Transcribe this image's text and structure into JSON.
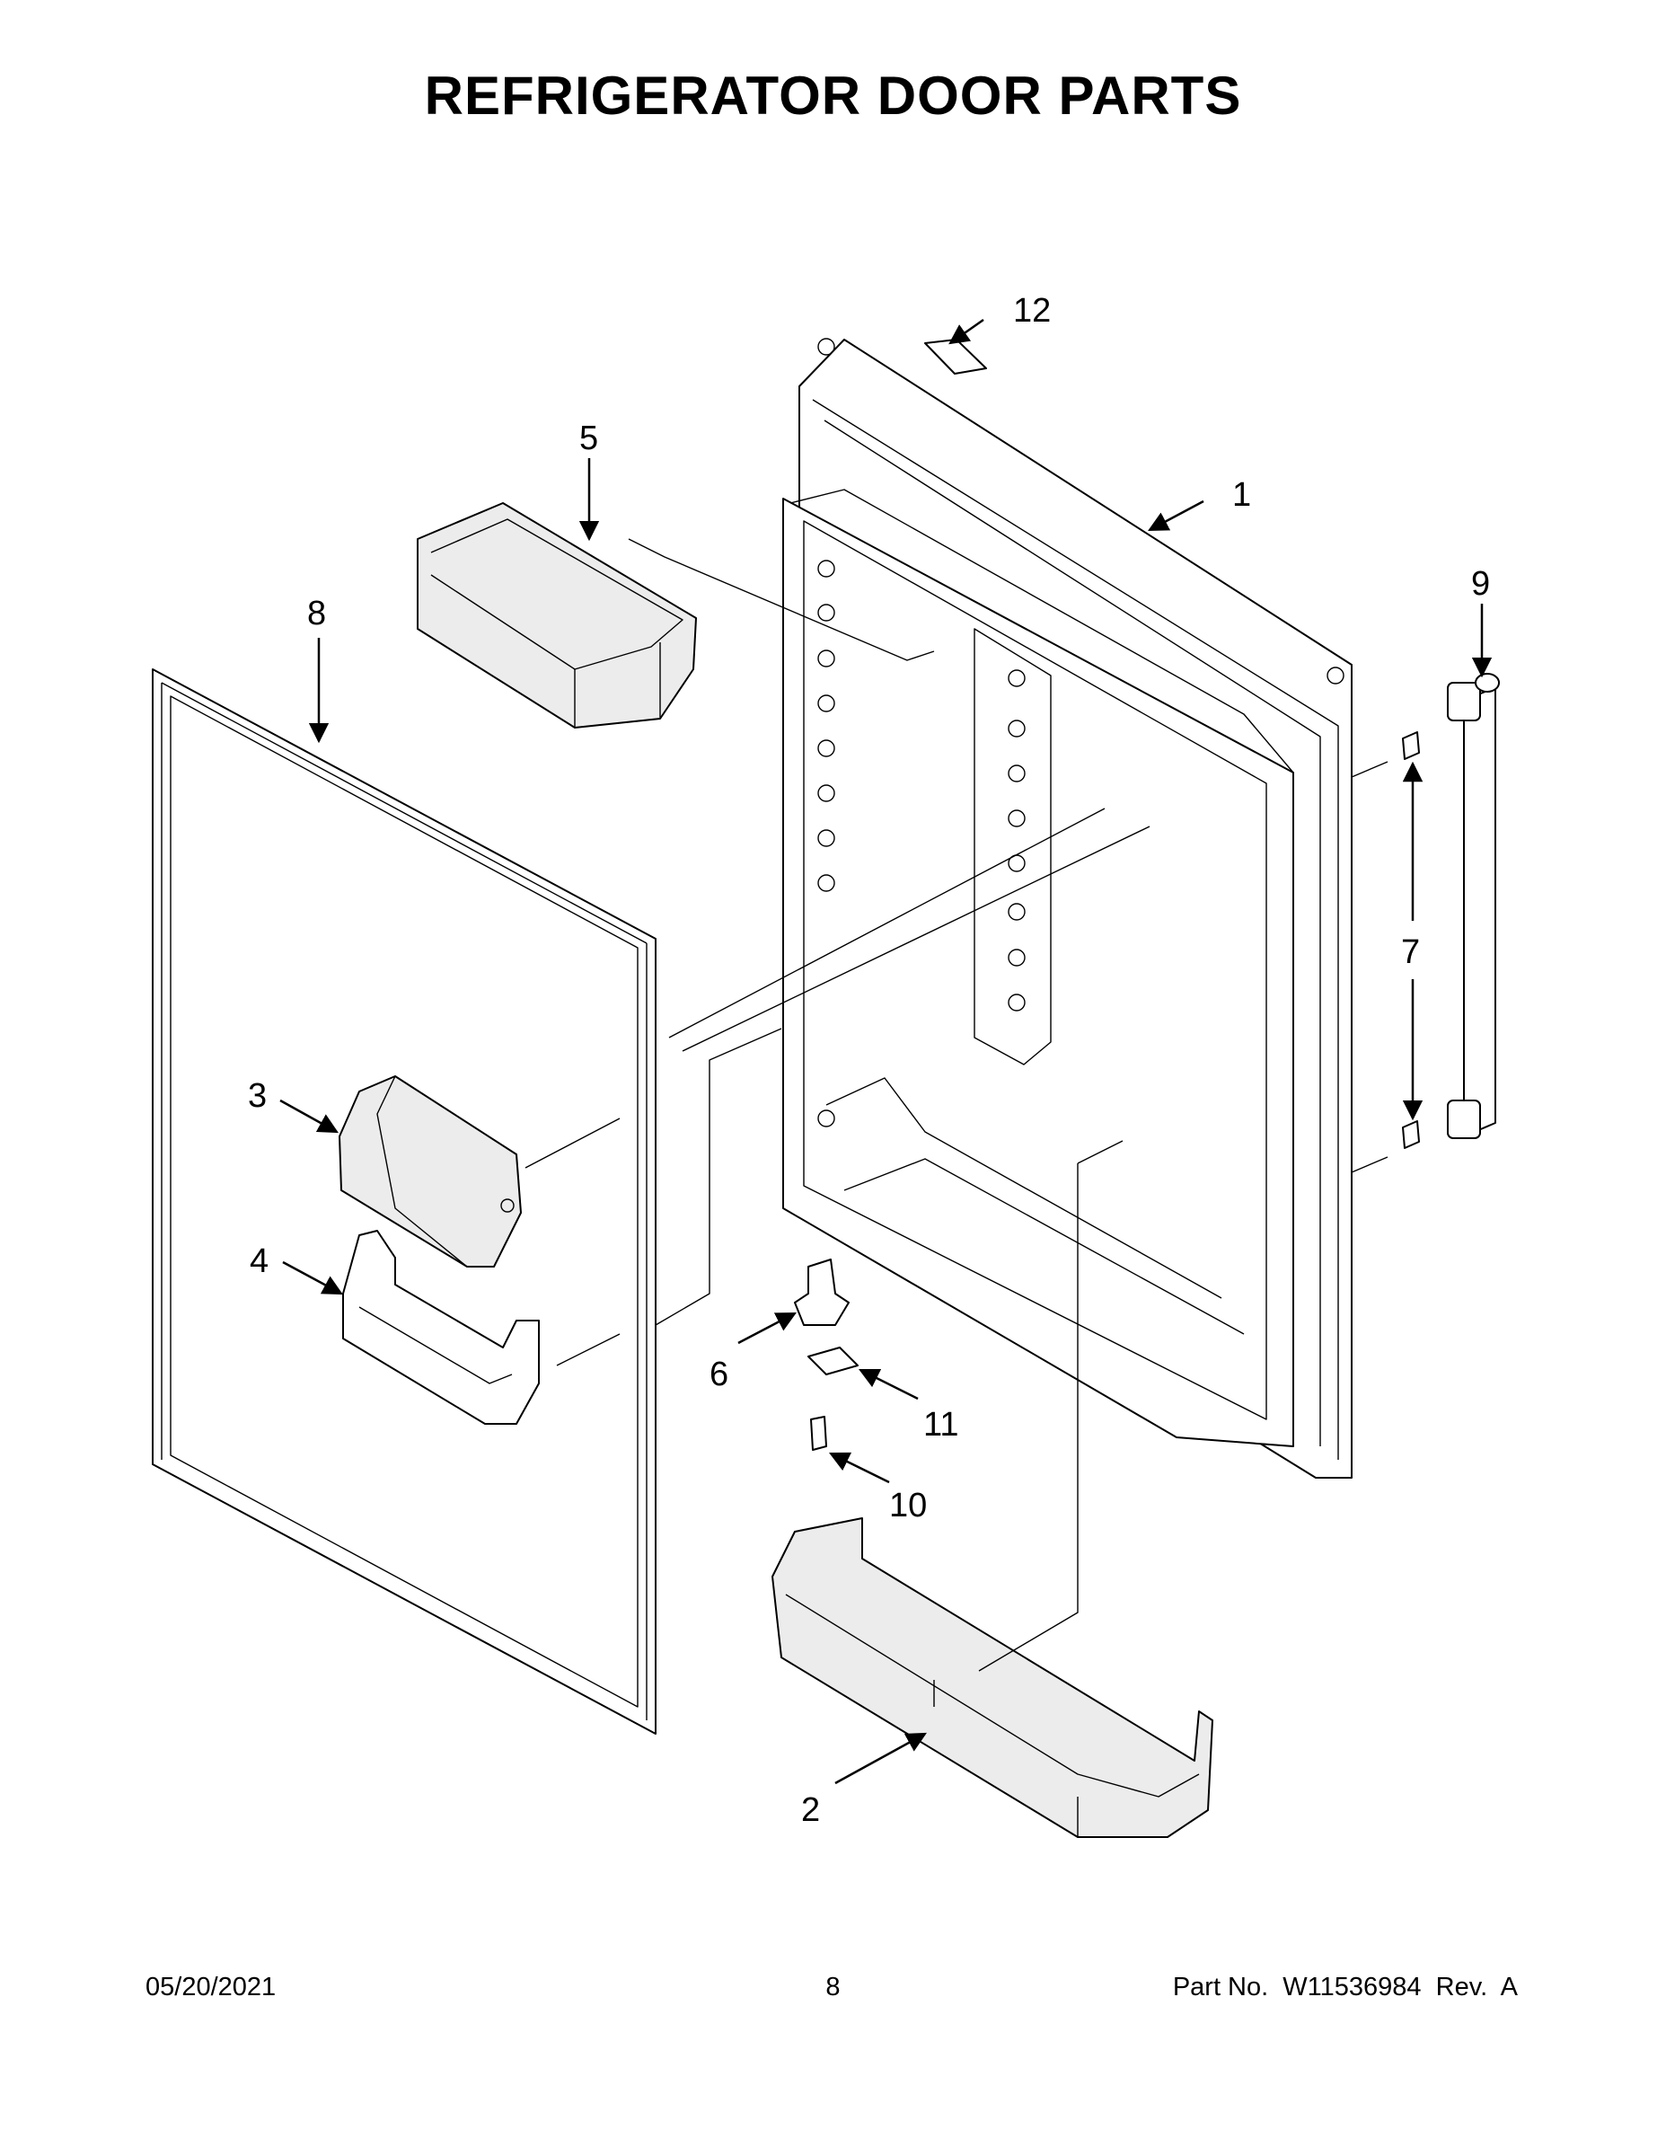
{
  "title": "REFRIGERATOR DOOR PARTS",
  "callouts": {
    "c1": "1",
    "c2": "2",
    "c3": "3",
    "c4": "4",
    "c5": "5",
    "c6": "6",
    "c7": "7",
    "c8": "8",
    "c9": "9",
    "c10": "10",
    "c11": "11",
    "c12": "12"
  },
  "footer": {
    "date": "05/20/2021",
    "page": "8",
    "part_number": "Part No.  W11536984  Rev.  A"
  }
}
